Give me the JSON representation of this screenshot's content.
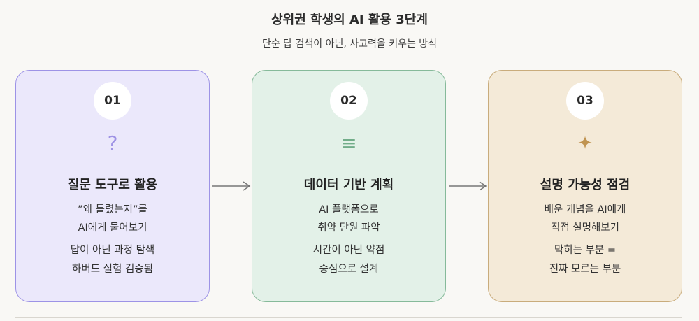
{
  "title": "상위권 학생의 AI 활용 3단계",
  "subtitle": "단순 답 검색이 아닌, 사고력을 키우는 방식",
  "steps": [
    {
      "number": "01",
      "icon": "question-mark-icon",
      "icon_glyph": "?",
      "heading": "질문 도구로 활용",
      "lines": [
        "”왜 틀렸는지”를",
        "AI에게 물어보기",
        "답이 아닌 과정 탐색",
        "하버드 실험 검증됨"
      ],
      "accent": "#9d93e6"
    },
    {
      "number": "02",
      "icon": "list-icon",
      "icon_glyph": "≡",
      "heading": "데이터 기반 계획",
      "lines": [
        "AI 플랫폼으로",
        "취약 단원 파악",
        "시간이 아닌 약점",
        "중심으로 설계"
      ],
      "accent": "#86ba9a"
    },
    {
      "number": "03",
      "icon": "sparkle-icon",
      "icon_glyph": "✦",
      "heading": "설명 가능성 점검",
      "lines": [
        "배운 개념을 AI에게",
        "직접 설명해보기",
        "막히는 부분 =",
        "진짜 모르는 부분"
      ],
      "accent": "#c9ac7c"
    }
  ]
}
